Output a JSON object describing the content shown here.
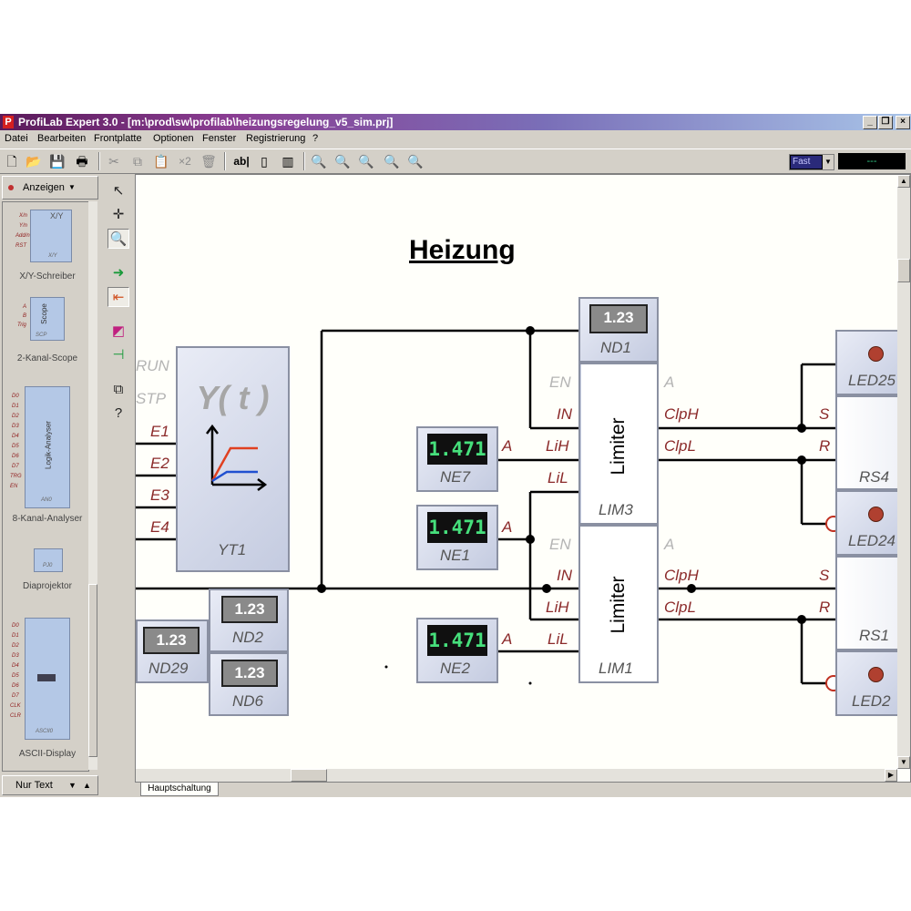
{
  "window": {
    "title": "ProfiLab Expert 3.0 - [m:\\prod\\sw\\profilab\\heizungsregelung_v5_sim.prj]",
    "app_icon": "P"
  },
  "menu": [
    "Datei",
    "Bearbeiten",
    "Frontplatte",
    "Optionen",
    "Fenster",
    "Registrierung",
    "?"
  ],
  "toolbar": {
    "zoom_x2_label": "×2",
    "text_tool_label": "ab|",
    "speed_select": "Fast",
    "speed_display": "---"
  },
  "left_panel": {
    "dropdown_label": "Anzeigen",
    "items": [
      {
        "label": "X/Y-Schreiber",
        "chip_text": "X/Y",
        "pins": [
          "X/n",
          "Y/n",
          "Add/n",
          "RST"
        ],
        "foot": "X/Y"
      },
      {
        "label": "2-Kanal-Scope",
        "chip_text": "Scope",
        "pins": [
          "A",
          "B",
          "Trig"
        ],
        "foot": "SCP"
      },
      {
        "label": "8-Kanal-Analyser",
        "chip_text": "Logik-Analyser",
        "pins": [
          "D0",
          "D1",
          "D2",
          "D3",
          "D4",
          "D5",
          "D6",
          "D7",
          "TRG",
          "EN"
        ],
        "foot": "AN0"
      },
      {
        "label": "Diaprojektor",
        "chip_text": "",
        "pins": [],
        "foot": "PJ0"
      },
      {
        "label": "ASCII-Display",
        "chip_text": "",
        "pins": [
          "D0",
          "D1",
          "D2",
          "D3",
          "D4",
          "D5",
          "D6",
          "D7",
          "CLK",
          "CLR"
        ],
        "foot": "ASCII0"
      }
    ],
    "footer_label": "Nur Text"
  },
  "canvas": {
    "heading": "Heizung",
    "yt_recorder": {
      "title": "Y( t )",
      "pins": [
        "RUN",
        "STP",
        "E1",
        "E2",
        "E3",
        "E4"
      ],
      "name": "YT1"
    },
    "numeric_displays": [
      {
        "name": "ND1",
        "value": "1.23"
      },
      {
        "name": "ND2",
        "value": "1.23"
      },
      {
        "name": "ND6",
        "value": "1.23"
      },
      {
        "name": "ND29",
        "value": "1.23"
      }
    ],
    "lcd_displays": [
      {
        "name": "NE7",
        "value": "1.471",
        "pin": "A"
      },
      {
        "name": "NE1",
        "value": "1.471",
        "pin": "A"
      },
      {
        "name": "NE2",
        "value": "1.471",
        "pin": "A"
      }
    ],
    "limiters": [
      {
        "name": "LIM3",
        "label": "Limiter",
        "in_pins": [
          "EN",
          "IN",
          "LiH",
          "LiL"
        ],
        "out_pins": [
          "A",
          "ClpH",
          "ClpL"
        ]
      },
      {
        "name": "LIM1",
        "label": "Limiter",
        "in_pins": [
          "EN",
          "IN",
          "LiH",
          "LiL"
        ],
        "out_pins": [
          "A",
          "ClpH",
          "ClpL"
        ]
      }
    ],
    "flipflops": [
      {
        "name": "RS4",
        "pins": [
          "S",
          "R"
        ]
      },
      {
        "name": "RS1",
        "pins": [
          "S",
          "R"
        ]
      }
    ],
    "leds": [
      "LED25",
      "LED24",
      "LED2"
    ]
  },
  "tabs": [
    "Hauptschaltung"
  ]
}
